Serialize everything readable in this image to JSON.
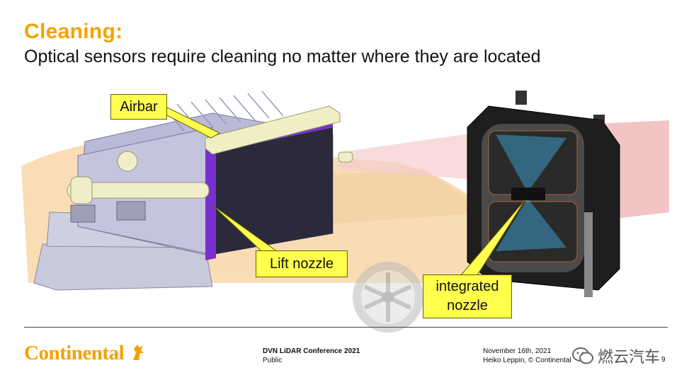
{
  "title": "Cleaning:",
  "subtitle": "Optical sensors require cleaning no matter where they are located",
  "callouts": {
    "airbar": "Airbar",
    "lift_nozzle": "Lift nozzle",
    "integrated_nozzle_line1": "integrated",
    "integrated_nozzle_line2": "nozzle"
  },
  "footer": {
    "logo": "Continental",
    "conference": "DVN LiDAR Conference 2021",
    "classification": "Public",
    "date": "November 16th, 2021",
    "author": "Heiko Leppin, © Continental",
    "page": "9",
    "watermark": "燃云汽车"
  },
  "colors": {
    "accent": "#f5a200",
    "callout_fill": "#ffff4d",
    "sensor_purple": "#7a2fd0"
  }
}
